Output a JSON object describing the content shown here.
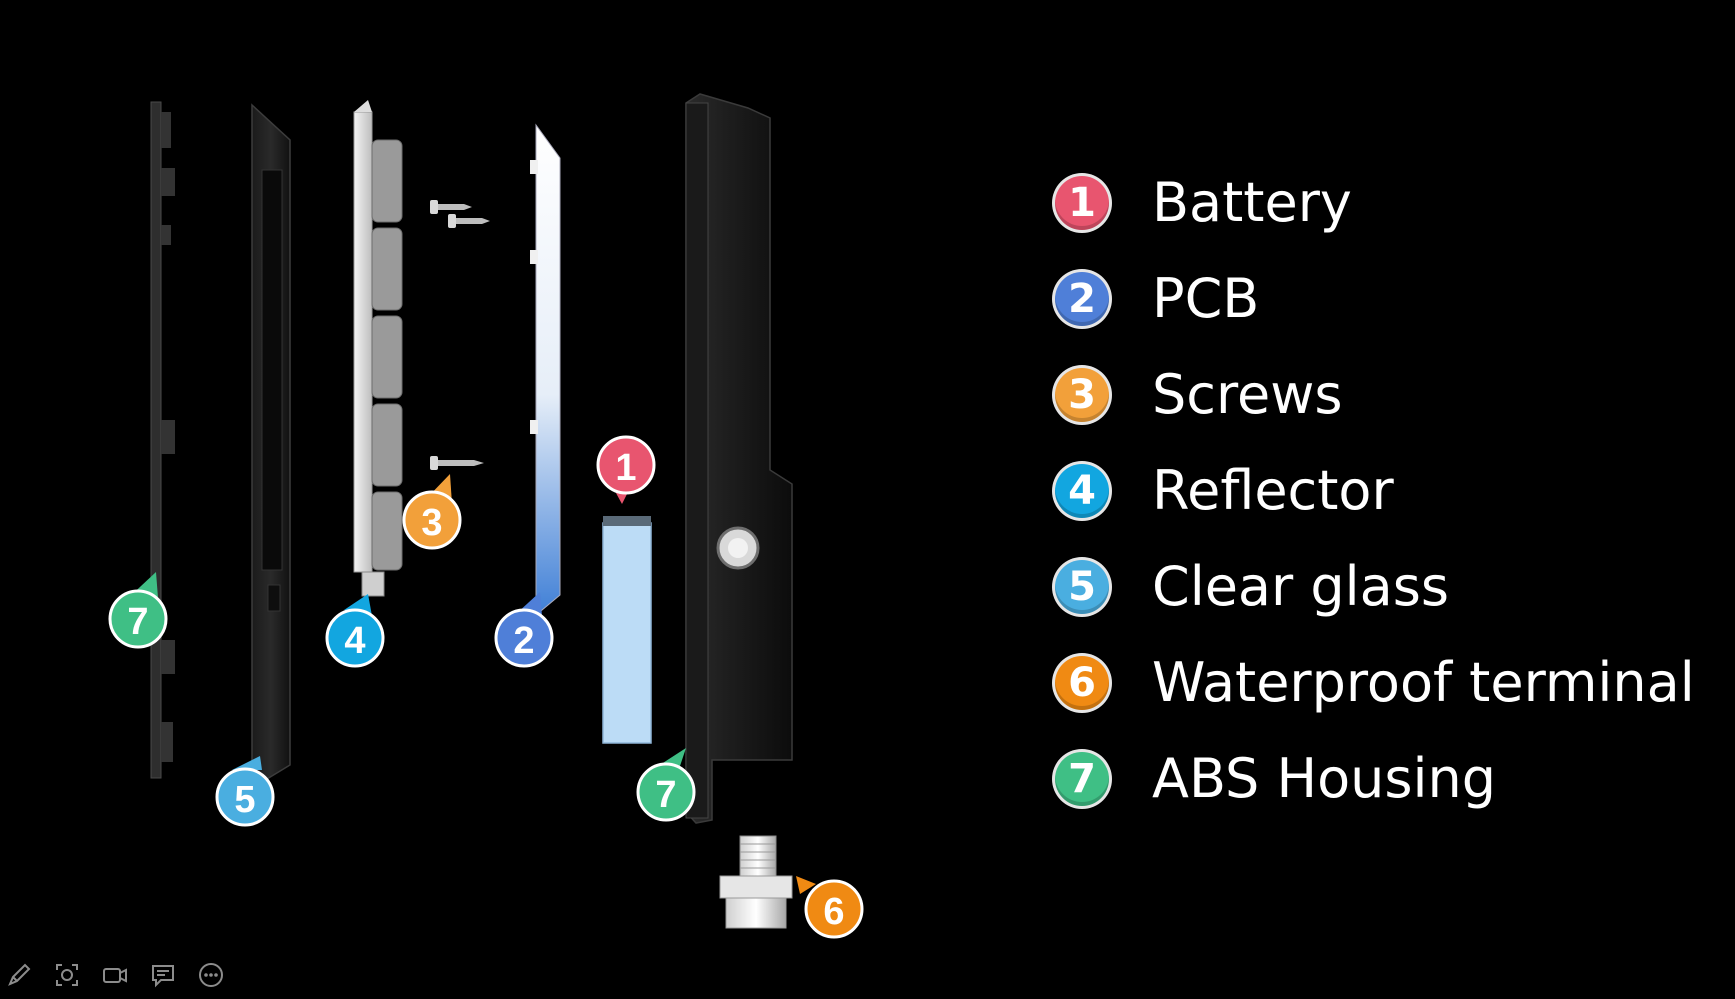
{
  "colors": {
    "c1": "#e8556f",
    "c2": "#4f7fd8",
    "c3": "#f2a03a",
    "c4": "#12a6e0",
    "c5": "#4aaee0",
    "c6": "#f08a13",
    "c7": "#3fbf85"
  },
  "legend": [
    {
      "num": "1",
      "label": "Battery",
      "color": "#e8556f"
    },
    {
      "num": "2",
      "label": "PCB",
      "color": "#4f7fd8"
    },
    {
      "num": "3",
      "label": "Screws",
      "color": "#f2a03a"
    },
    {
      "num": "4",
      "label": "Reflector",
      "color": "#12a6e0"
    },
    {
      "num": "5",
      "label": "Clear glass",
      "color": "#4aaee0"
    },
    {
      "num": "6",
      "label": "Waterproof terminal",
      "color": "#f08a13"
    },
    {
      "num": "7",
      "label": "ABS Housing",
      "color": "#3fbf85"
    }
  ],
  "callouts": {
    "n1": "1",
    "n2": "2",
    "n3": "3",
    "n4": "4",
    "n5": "5",
    "n6": "6",
    "n7": "7"
  },
  "toolbar": {
    "icons": [
      "pen-icon",
      "screenshot-icon",
      "camera-icon",
      "chat-icon",
      "more-icon"
    ]
  }
}
